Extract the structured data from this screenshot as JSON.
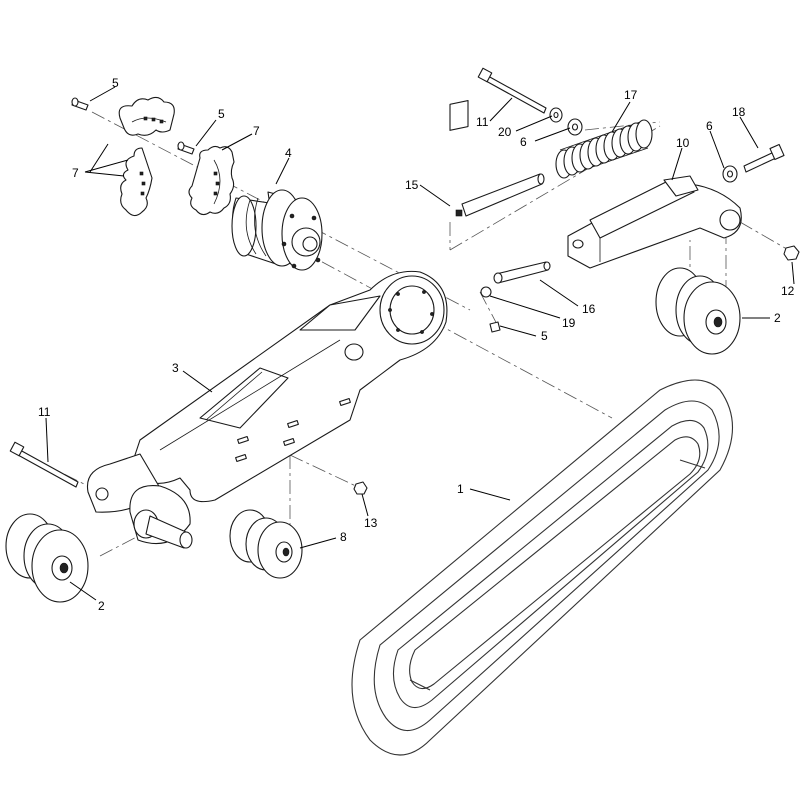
{
  "callouts": [
    {
      "id": "c1",
      "label": "1"
    },
    {
      "id": "c2a",
      "label": "2"
    },
    {
      "id": "c2b",
      "label": "2"
    },
    {
      "id": "c3",
      "label": "3"
    },
    {
      "id": "c4",
      "label": "4"
    },
    {
      "id": "c5a",
      "label": "5"
    },
    {
      "id": "c5b",
      "label": "5"
    },
    {
      "id": "c5c",
      "label": "5"
    },
    {
      "id": "c6a",
      "label": "6"
    },
    {
      "id": "c6b",
      "label": "6"
    },
    {
      "id": "c7a",
      "label": "7"
    },
    {
      "id": "c7b",
      "label": "7"
    },
    {
      "id": "c8",
      "label": "8"
    },
    {
      "id": "c10",
      "label": "10"
    },
    {
      "id": "c11a",
      "label": "11"
    },
    {
      "id": "c11b",
      "label": "11"
    },
    {
      "id": "c12",
      "label": "12"
    },
    {
      "id": "c13",
      "label": "13"
    },
    {
      "id": "c15",
      "label": "15"
    },
    {
      "id": "c16",
      "label": "16"
    },
    {
      "id": "c17",
      "label": "17"
    },
    {
      "id": "c18",
      "label": "18"
    },
    {
      "id": "c19",
      "label": "19"
    },
    {
      "id": "c20",
      "label": "20"
    }
  ]
}
